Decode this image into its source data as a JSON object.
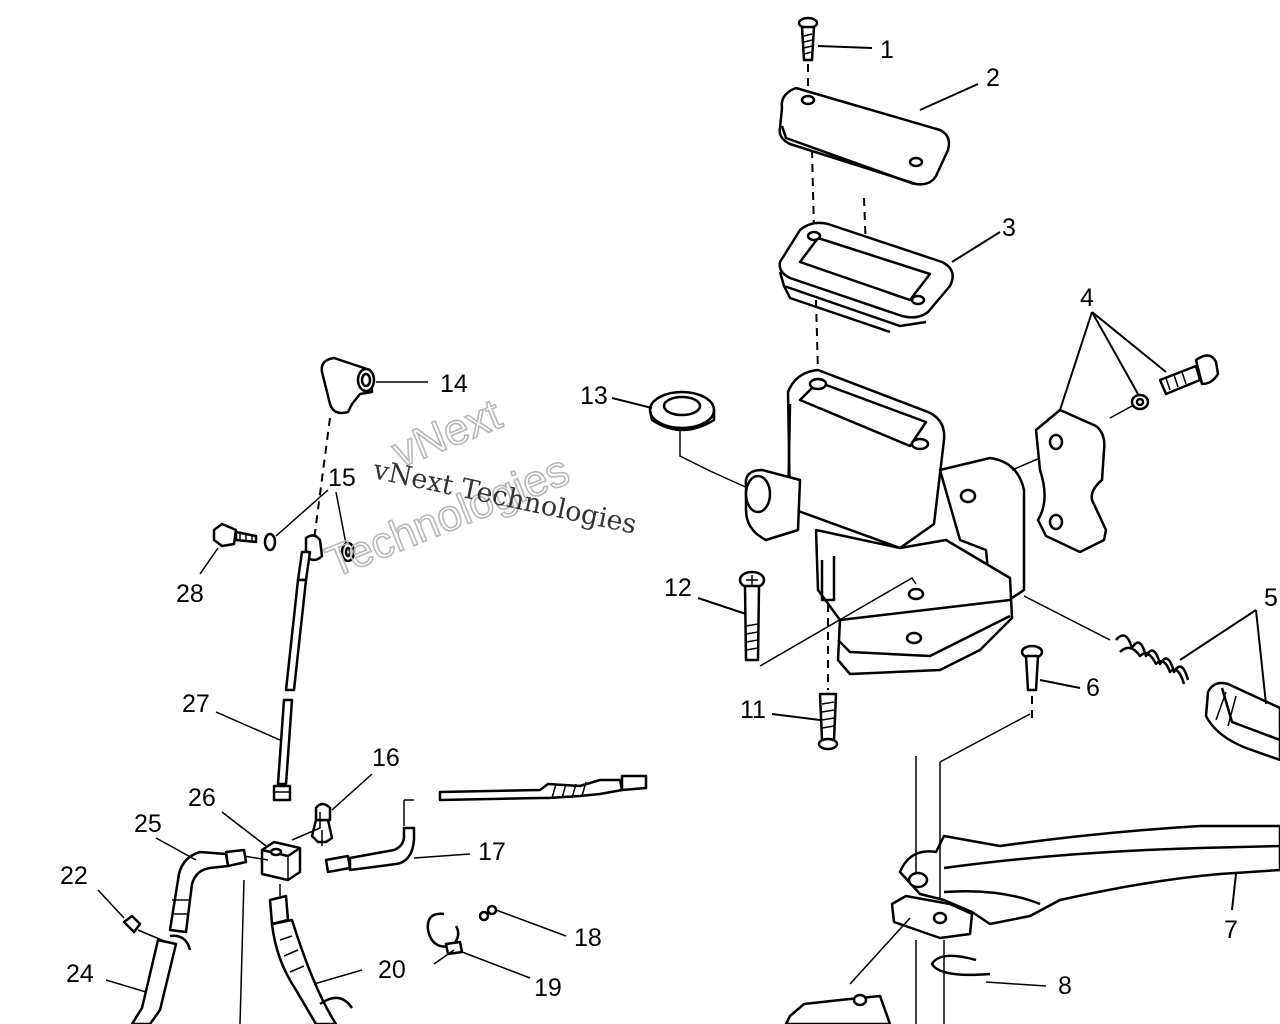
{
  "watermark": {
    "line1": "vNext Technologies",
    "outline_line1": "vNext",
    "outline_line2": "Technologies"
  },
  "callouts": [
    {
      "id": "c1",
      "text": "1"
    },
    {
      "id": "c2",
      "text": "2"
    },
    {
      "id": "c3",
      "text": "3"
    },
    {
      "id": "c4",
      "text": "4"
    },
    {
      "id": "c5",
      "text": "5"
    },
    {
      "id": "c6",
      "text": "6"
    },
    {
      "id": "c7",
      "text": "7"
    },
    {
      "id": "c8",
      "text": "8"
    },
    {
      "id": "c11",
      "text": "11"
    },
    {
      "id": "c12",
      "text": "12"
    },
    {
      "id": "c13",
      "text": "13"
    },
    {
      "id": "c14",
      "text": "14"
    },
    {
      "id": "c15",
      "text": "15"
    },
    {
      "id": "c16",
      "text": "16"
    },
    {
      "id": "c17",
      "text": "17"
    },
    {
      "id": "c18",
      "text": "18"
    },
    {
      "id": "c19",
      "text": "19"
    },
    {
      "id": "c20",
      "text": "20"
    },
    {
      "id": "c22",
      "text": "22"
    },
    {
      "id": "c24",
      "text": "24"
    },
    {
      "id": "c25",
      "text": "25"
    },
    {
      "id": "c26",
      "text": "26"
    },
    {
      "id": "c27",
      "text": "27"
    },
    {
      "id": "c28",
      "text": "28"
    }
  ]
}
